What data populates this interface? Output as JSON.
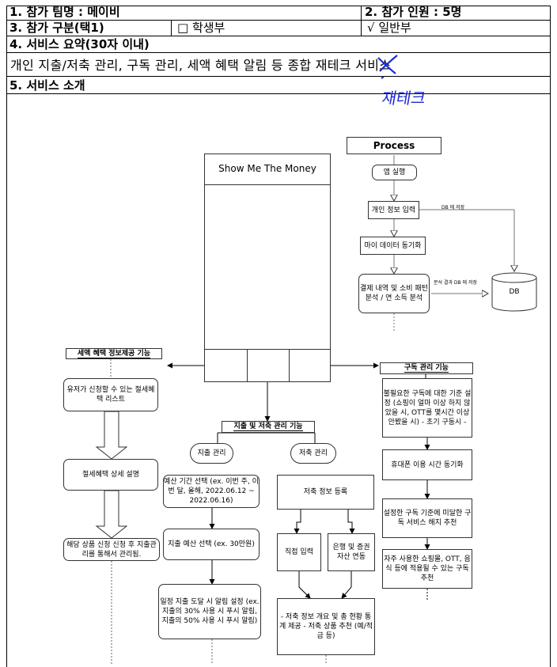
{
  "header": {
    "team_label": "1. 참가 팀명 : 메이비",
    "people_label": "2. 참가 인원 : 5명",
    "category_label": "3. 참가 구분(택1)",
    "option_student": "□ 학생부",
    "option_general": "√ 일반부",
    "summary_label": "4. 서비스 요약(30자 이내)",
    "summary_text": "개인 지출/저축 관리, 구독 관리, 세액 혜택 알림 등 종합 재테크 서비스",
    "handwritten_correction": "재테크",
    "intro_label": "5. 서비스 소개"
  },
  "diagram": {
    "phone_title": "Show Me The Money",
    "process": {
      "title": "Process",
      "steps": [
        "앱 실행",
        "개인 정보 입력",
        "마이 데이터 동기화",
        "결제 내역 및 소비 패턴 분석 / 연 소득 분석"
      ],
      "db_label": "DB",
      "db_note_1": "DB 에 저장",
      "db_note_2": "분석 결과 DB 에 저장"
    },
    "tax": {
      "title": "세액 혜택 정보제공 기능",
      "boxes": [
        "유저가 신청할 수 있는 절세혜택 리스트",
        "절세혜택 상세 설명",
        "해당 상품 신청 신청 후 지출관리를 통해서 관리됨."
      ]
    },
    "spending_saving": {
      "title": "지출 및 저축 관리 기능",
      "spending_title": "지출 관리",
      "spending_boxes": [
        "예산 기간 선택 (ex. 이번 주, 이번 달, 올해, 2022.06.12 ~ 2022.06.16)",
        "지출 예산 선택 (ex. 30만원)",
        "일정 지출 도달 시 알림 설정 (ex. 지출의 30% 사용 시 푸시 알림, 지출의 50% 사용 시 푸시 알림)"
      ],
      "saving_title": "저축 관리",
      "saving_boxes": [
        "저축 정보 등록",
        "직접 입력",
        "은행 및 증권 자산 연동",
        "- 저축 정보 개요 및 총 현황 통계 제공 - 저축 상품 추천 (예/적금 등)"
      ]
    },
    "subscription": {
      "title": "구독 관리 기능",
      "boxes": [
        "불필요한 구독에 대한 기준 설정 (쇼핑이 얼마 이상 하지 않았을 시, OTT를 몇시간 이상 안봤을 시) - 초기 구동시 -",
        "휴대폰 이용 시간 동기화",
        "설정한 구독 기준에 미달한 구독 서비스 해지 추천",
        "자주 사용한 쇼핑몰, OTT, 음식 등에 적용될 수 있는 구독 추천"
      ]
    }
  }
}
